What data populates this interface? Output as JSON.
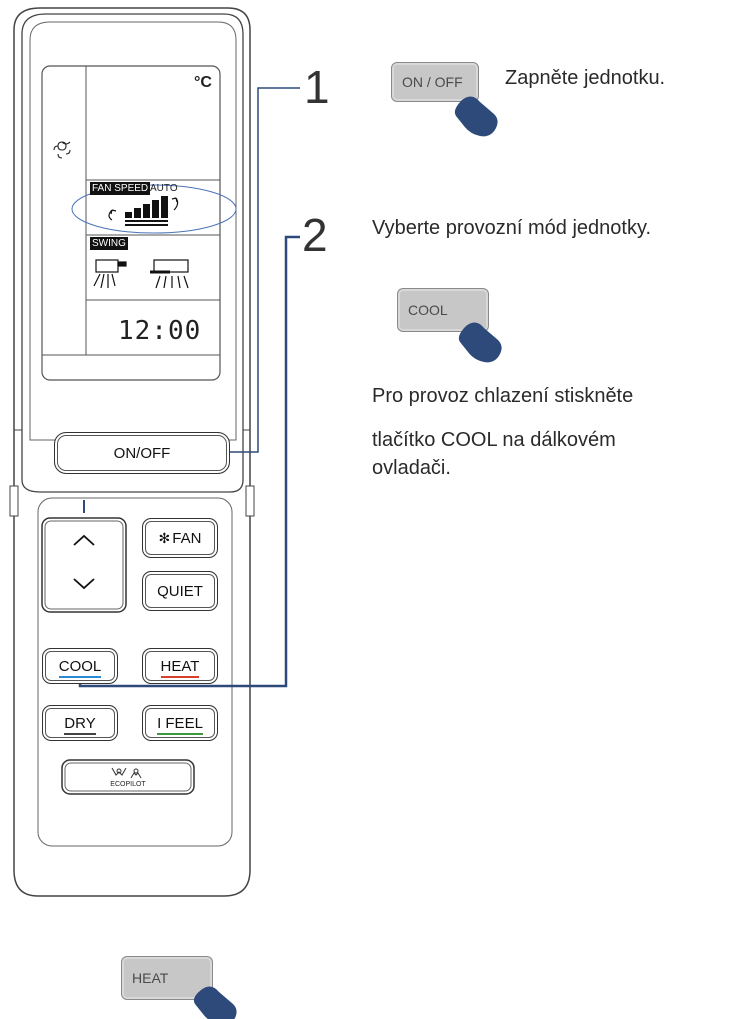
{
  "lcd": {
    "unit": "°C",
    "fan_speed_label": "FAN SPEED",
    "auto_label": "AUTO",
    "swing_label": "SWING",
    "clock": "12:00"
  },
  "remote_buttons": {
    "onoff": "ON/OFF",
    "fan": "FAN",
    "quiet": "QUIET",
    "cool": "COOL",
    "heat": "HEAT",
    "dry": "DRY",
    "ifeel": "I FEEL",
    "ecopilot": "ECOPILOT"
  },
  "steps": [
    {
      "number": "1",
      "button_label": "ON / OFF",
      "text": "Zapněte jednotku."
    },
    {
      "number": "2",
      "text": "Vyberte provozní mód jednotky.",
      "button_label": "COOL",
      "instruction_line1": "Pro provoz chlazení stiskněte",
      "instruction_line2": "tlačítko COOL na dálkovém",
      "instruction_line3": "ovladači."
    }
  ],
  "bottom_button": "HEAT",
  "colors": {
    "cool_underline": "#2a8ad4",
    "heat_underline": "#d9402b",
    "ifeel_underline": "#3c9a3c",
    "callout_line": "#2d4a7a",
    "hand": "#2d4a7a"
  }
}
